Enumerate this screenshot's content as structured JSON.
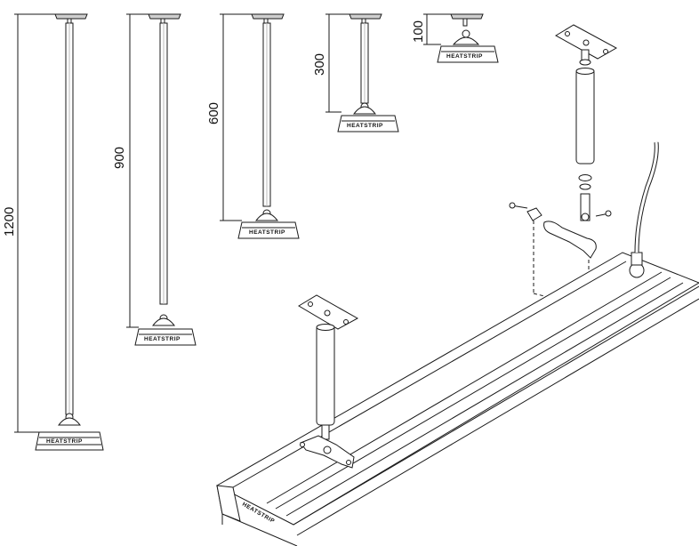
{
  "diagram": {
    "drop_rods": [
      {
        "length_label": "1200"
      },
      {
        "length_label": "900"
      },
      {
        "length_label": "600"
      },
      {
        "length_label": "300"
      },
      {
        "length_label": "100"
      }
    ],
    "brand_label": "HEATSTRIP",
    "heater_label": "HEATSTRIP"
  }
}
